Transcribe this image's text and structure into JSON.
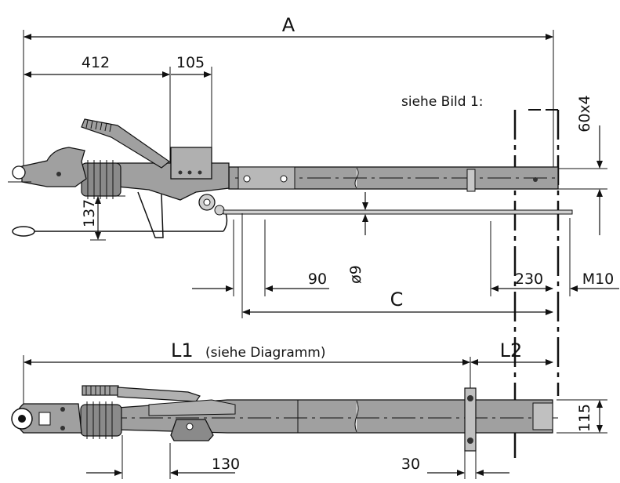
{
  "colors": {
    "line": "#111111",
    "metal": "#a0a0a0",
    "metal_dark": "#7a7a7a",
    "background": "#ffffff"
  },
  "top_view": {
    "dim_A": "A",
    "dim_412": "412",
    "dim_105": "105",
    "note_siehe_bild": "siehe Bild 1:",
    "dim_60x4": "60x4",
    "dim_137": "137",
    "dim_phi9": "ø9",
    "dim_90": "90",
    "dim_230": "230",
    "dim_M10": "M10",
    "dim_C": "C"
  },
  "bottom_view": {
    "dim_L1": "L1",
    "note_siehe_diagramm": "(siehe Diagramm)",
    "dim_L2": "L2",
    "dim_115": "115",
    "dim_130": "130",
    "dim_30": "30"
  }
}
